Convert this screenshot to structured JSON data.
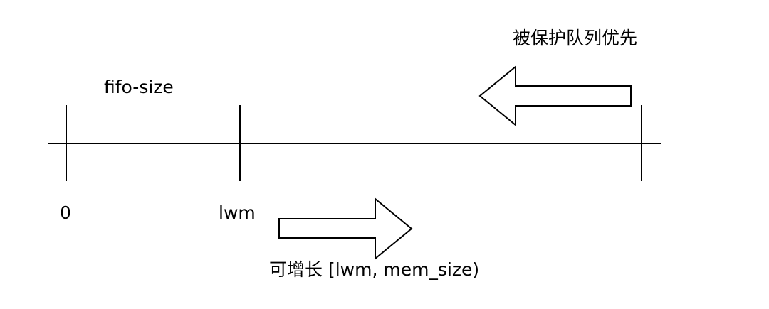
{
  "diagram": {
    "fifo_label": "fifo-size",
    "zero_label": "0",
    "lwm_label": "lwm",
    "grow_label": "可增长 [lwm, mem_size)",
    "protected_label": "被保护队列优先",
    "colors": {
      "stroke": "#000000",
      "background": "#ffffff",
      "arrow_fill": "#ffffff"
    }
  }
}
